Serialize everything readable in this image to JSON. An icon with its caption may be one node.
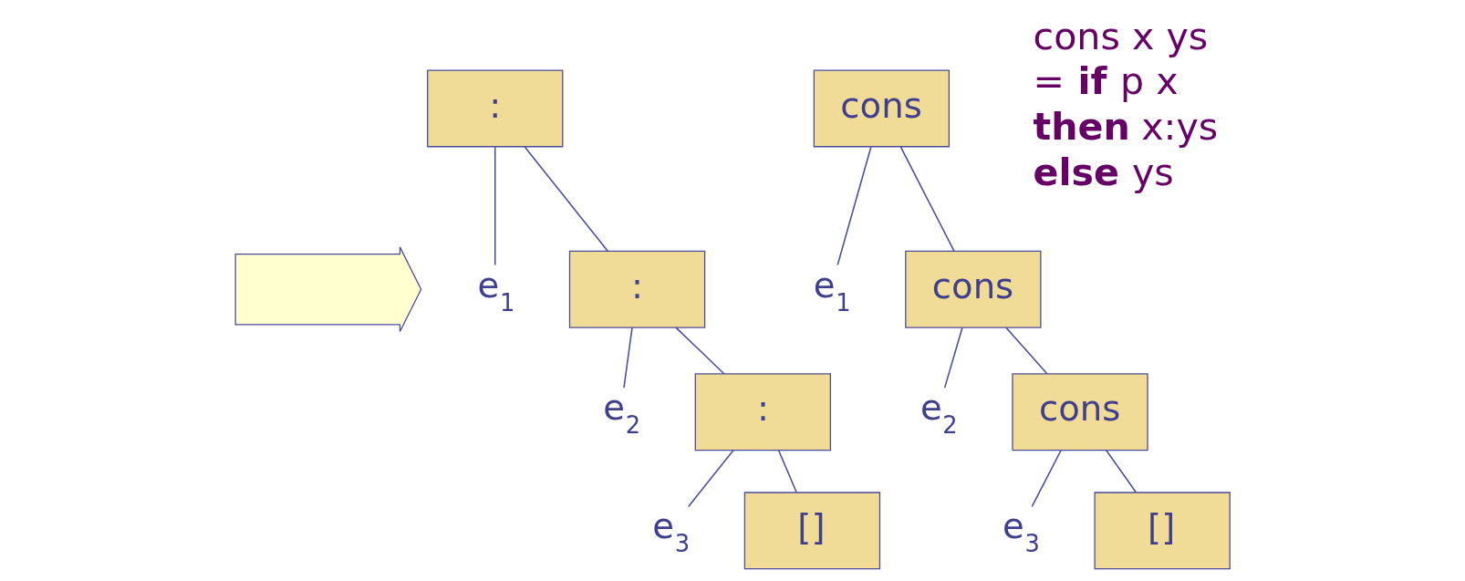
{
  "diagram": {
    "nodes": [
      {
        "text": [
          ":"
        ]
      },
      {
        "text": [
          "e$_{1}$"
        ]
      },
      {
        "text": [
          ":"
        ]
      },
      {
        "text": [
          "e$_{2}$"
        ]
      },
      {
        "text": [
          ":"
        ]
      },
      {
        "text": [
          "e$_{3}$"
        ]
      },
      {
        "text": [
          "[]"
        ]
      },
      {
        "text": [],
        "shape": "arrow"
      },
      {
        "text": [
          "cons"
        ]
      },
      {
        "text": [
          "e$_{1}$"
        ]
      },
      {
        "text": [
          "cons"
        ]
      },
      {
        "text": [
          "e$_{2}$"
        ]
      },
      {
        "text": [
          "cons"
        ]
      },
      {
        "text": [
          "e$_{3}$"
        ]
      },
      {
        "text": [
          "[]"
        ]
      }
    ],
    "edges": [
      {
        "from": 0,
        "to": 1,
        "arrow": "none"
      },
      {
        "from": 0,
        "to": 2,
        "arrow": "none"
      },
      {
        "from": 2,
        "to": 3,
        "arrow": "none"
      },
      {
        "from": 2,
        "to": 4,
        "arrow": "none"
      },
      {
        "from": 4,
        "to": 5,
        "arrow": "none"
      },
      {
        "from": 4,
        "to": 6,
        "arrow": "none"
      },
      {
        "from": 8,
        "to": 9,
        "arrow": "none"
      },
      {
        "from": 8,
        "to": 10,
        "arrow": "none"
      },
      {
        "from": 10,
        "to": 11,
        "arrow": "none"
      },
      {
        "from": 10,
        "to": 12,
        "arrow": "none"
      },
      {
        "from": 12,
        "to": 13,
        "arrow": "none"
      },
      {
        "from": 12,
        "to": 14,
        "arrow": "none"
      }
    ],
    "labels": [
      "cons x ys",
      "= **if** p x",
      "**then** x:ys",
      "**else** ys"
    ]
  }
}
